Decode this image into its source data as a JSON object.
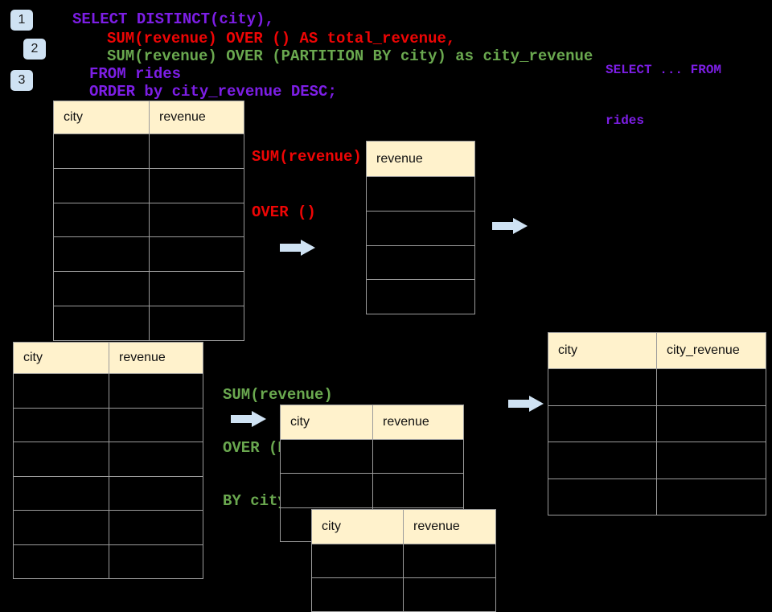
{
  "colors": {
    "background": "#000000",
    "purple": "#7d1ee6",
    "red": "#ee0505",
    "green": "#6aa84f",
    "table_header_fill": "#fff2cc",
    "table_border": "#9b9b9b",
    "arrow_blue": "#cfe2f3",
    "badge_blue": "#cfe2f3"
  },
  "badges": [
    {
      "label": "1"
    },
    {
      "label": "2"
    },
    {
      "label": "3"
    }
  ],
  "code": {
    "lines": [
      {
        "text": "SELECT DISTINCT(city),",
        "color": "purple"
      },
      {
        "text": "SUM(revenue) OVER () AS total_revenue,",
        "color": "red"
      },
      {
        "text": "SUM(revenue) OVER (PARTITION BY city) as city_revenue",
        "color": "green"
      },
      {
        "text": "FROM rides",
        "color": "purple"
      },
      {
        "text": "ORDER by city_revenue DESC;",
        "color": "purple"
      }
    ]
  },
  "side_note": {
    "lines": [
      "SELECT ... FROM",
      "rides"
    ],
    "color": "purple"
  },
  "annotations": {
    "total_revenue_label": {
      "lines": [
        "SUM(revenue)",
        "OVER ()"
      ],
      "color": "red"
    },
    "partition_label": {
      "lines": [
        "SUM(revenue)",
        "OVER (PARTITION",
        "BY city)"
      ],
      "color": "green"
    }
  },
  "tables": {
    "source_top": {
      "headers": [
        "city",
        "revenue"
      ],
      "empty_rows": 6
    },
    "total_result": {
      "headers": [
        "revenue"
      ],
      "empty_rows": 4
    },
    "source_bottom": {
      "headers": [
        "city",
        "revenue"
      ],
      "empty_rows": 6
    },
    "partition_mid": {
      "headers": [
        "city",
        "revenue"
      ],
      "empty_rows": 3
    },
    "partition_overlap": {
      "headers": [
        "city",
        "revenue"
      ],
      "empty_rows": 2
    },
    "city_revenue_result": {
      "headers": [
        "city",
        "city_revenue"
      ],
      "empty_rows": 4
    }
  }
}
